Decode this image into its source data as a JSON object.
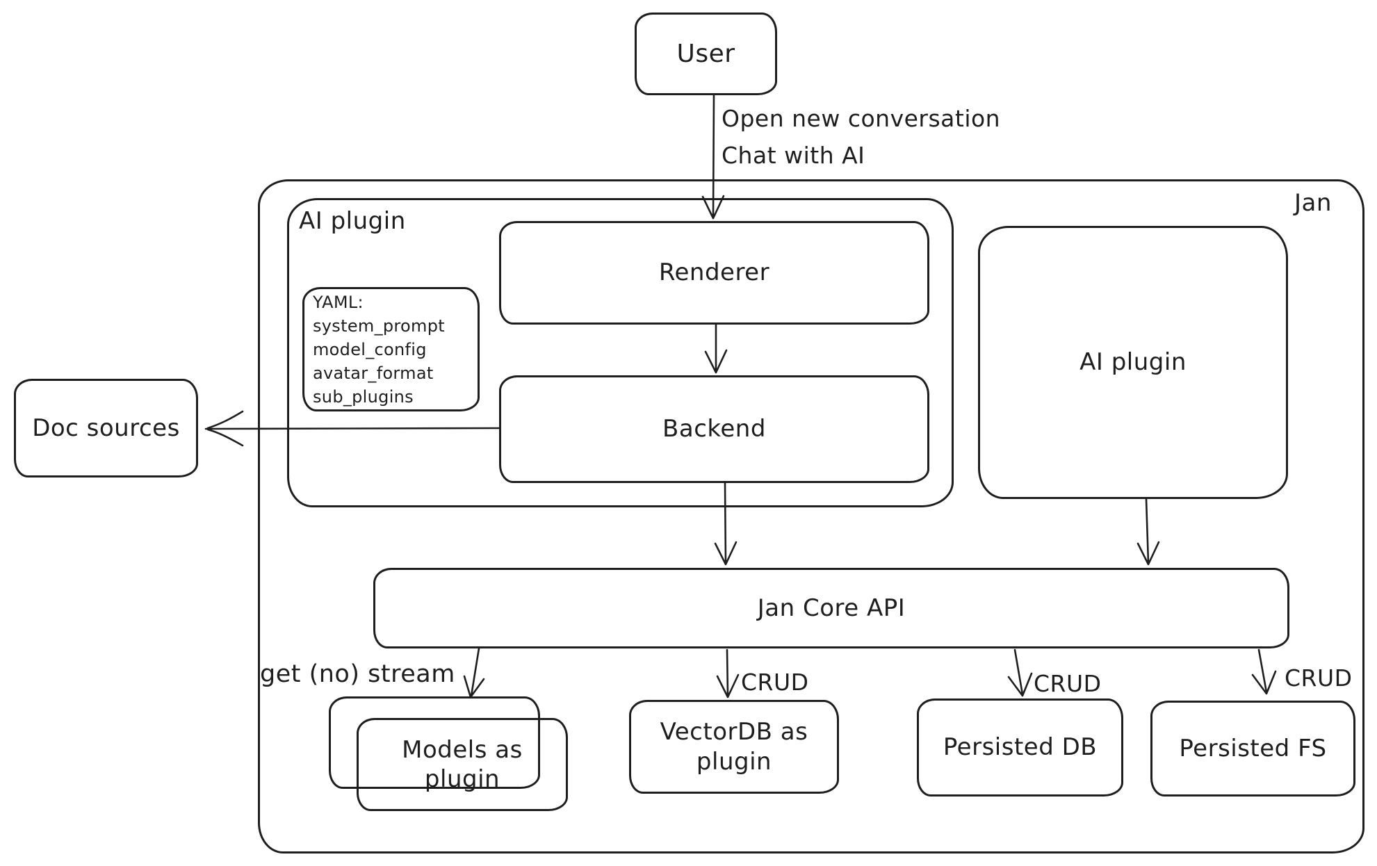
{
  "canvas": {
    "background": "#ffffff",
    "ink_color": "#1e1e1e"
  },
  "nodes": {
    "user": {
      "label": "User"
    },
    "jan_container": {
      "label": "Jan"
    },
    "ai_plugin_group": {
      "label": "AI plugin"
    },
    "yaml_note": {
      "title": "YAML:",
      "lines": [
        "system_prompt",
        "model_config",
        "avatar_format",
        "sub_plugins"
      ]
    },
    "renderer": {
      "label": "Renderer"
    },
    "backend": {
      "label": "Backend"
    },
    "doc_sources": {
      "label": "Doc sources"
    },
    "ai_plugin_right": {
      "label": "AI plugin"
    },
    "jan_core_api": {
      "label": "Jan Core API"
    },
    "models_plugin": {
      "line1": "Models as",
      "line2": "plugin"
    },
    "vectordb_plugin": {
      "line1": "VectorDB as",
      "line2": "plugin"
    },
    "persisted_db": {
      "label": "Persisted DB"
    },
    "persisted_fs": {
      "label": "Persisted FS"
    }
  },
  "edges": {
    "user_to_renderer": {
      "label_line1": "Open new conversation",
      "label_line2": "Chat with AI"
    },
    "api_to_models": {
      "label": "get (no) stream"
    },
    "api_to_vectordb": {
      "label": "CRUD"
    },
    "api_to_persisted_db": {
      "label": "CRUD"
    },
    "api_to_persisted_fs": {
      "label": "CRUD"
    }
  }
}
